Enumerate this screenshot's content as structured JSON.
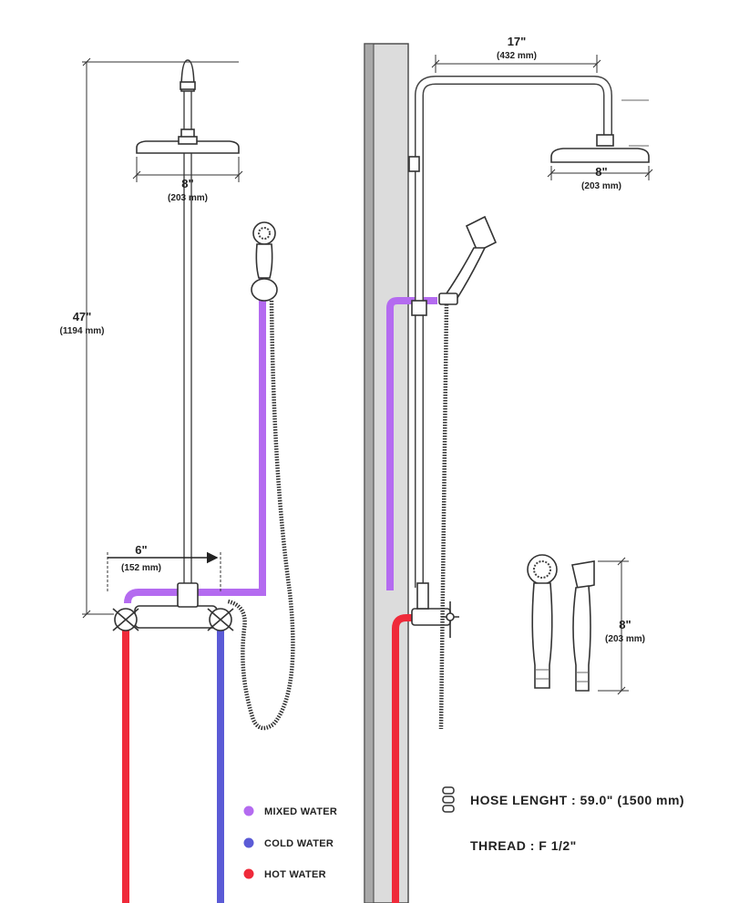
{
  "dimensions": {
    "overall_height": {
      "inch": "47\"",
      "mm": "(1194 mm)"
    },
    "rain_head_front": {
      "inch": "8\"",
      "mm": "(203 mm)"
    },
    "arm_reach": {
      "inch": "17\"",
      "mm": "(432 mm)"
    },
    "rain_head_side": {
      "inch": "8\"",
      "mm": "(203 mm)"
    },
    "outlet_offset": {
      "inch": "6\"",
      "mm": "(152 mm)"
    },
    "hand_shower": {
      "inch": "8\"",
      "mm": "(203 mm)"
    }
  },
  "legend": [
    {
      "label": "MIXED WATER",
      "color": "#b46bf0"
    },
    {
      "label": "COLD WATER",
      "color": "#5b5bd6"
    },
    {
      "label": "HOT WATER",
      "color": "#ef2a3a"
    }
  ],
  "specs": {
    "hose": "HOSE LENGHT : 59.0\" (1500 mm)",
    "thread": "THREAD : F 1/2\""
  }
}
